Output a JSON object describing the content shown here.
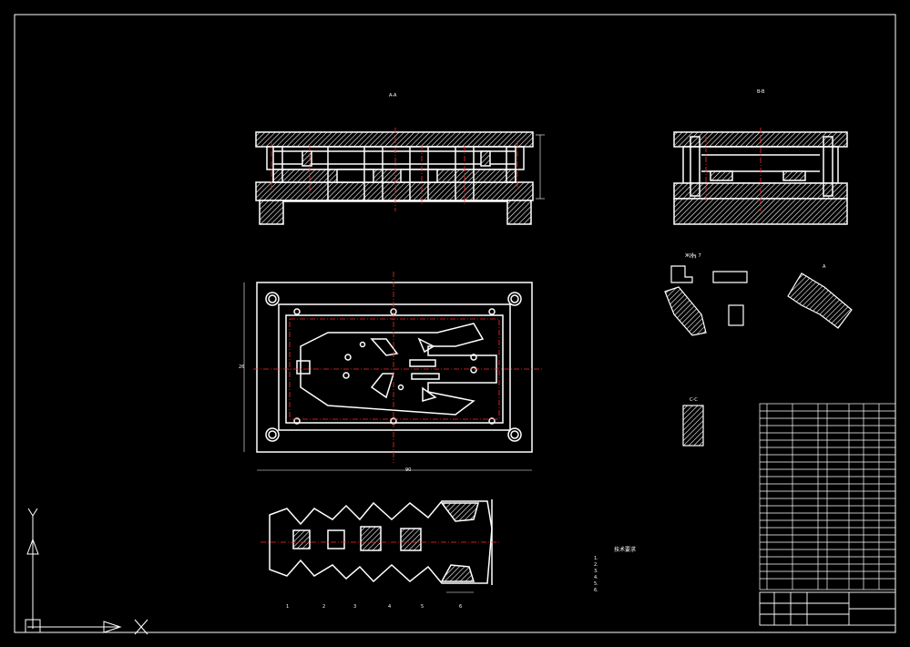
{
  "views": {
    "front_label": "A-A",
    "side_label": "B-B",
    "section_label": "C-C",
    "detail1_label": "ЖЈ╬╗ 7",
    "detail2_label": "A"
  },
  "dims": {
    "plan_width": "90",
    "plan_height": "26"
  },
  "strip_labels": [
    "1",
    "2",
    "3",
    "4",
    "5",
    "6"
  ],
  "notes": {
    "title": "技术要求",
    "lines": [
      "1.",
      "2.",
      "3.",
      "4.",
      "5.",
      "6."
    ]
  },
  "colors": {
    "line": "#ffffff",
    "center": "#ff2a2a",
    "background": "#000000"
  }
}
